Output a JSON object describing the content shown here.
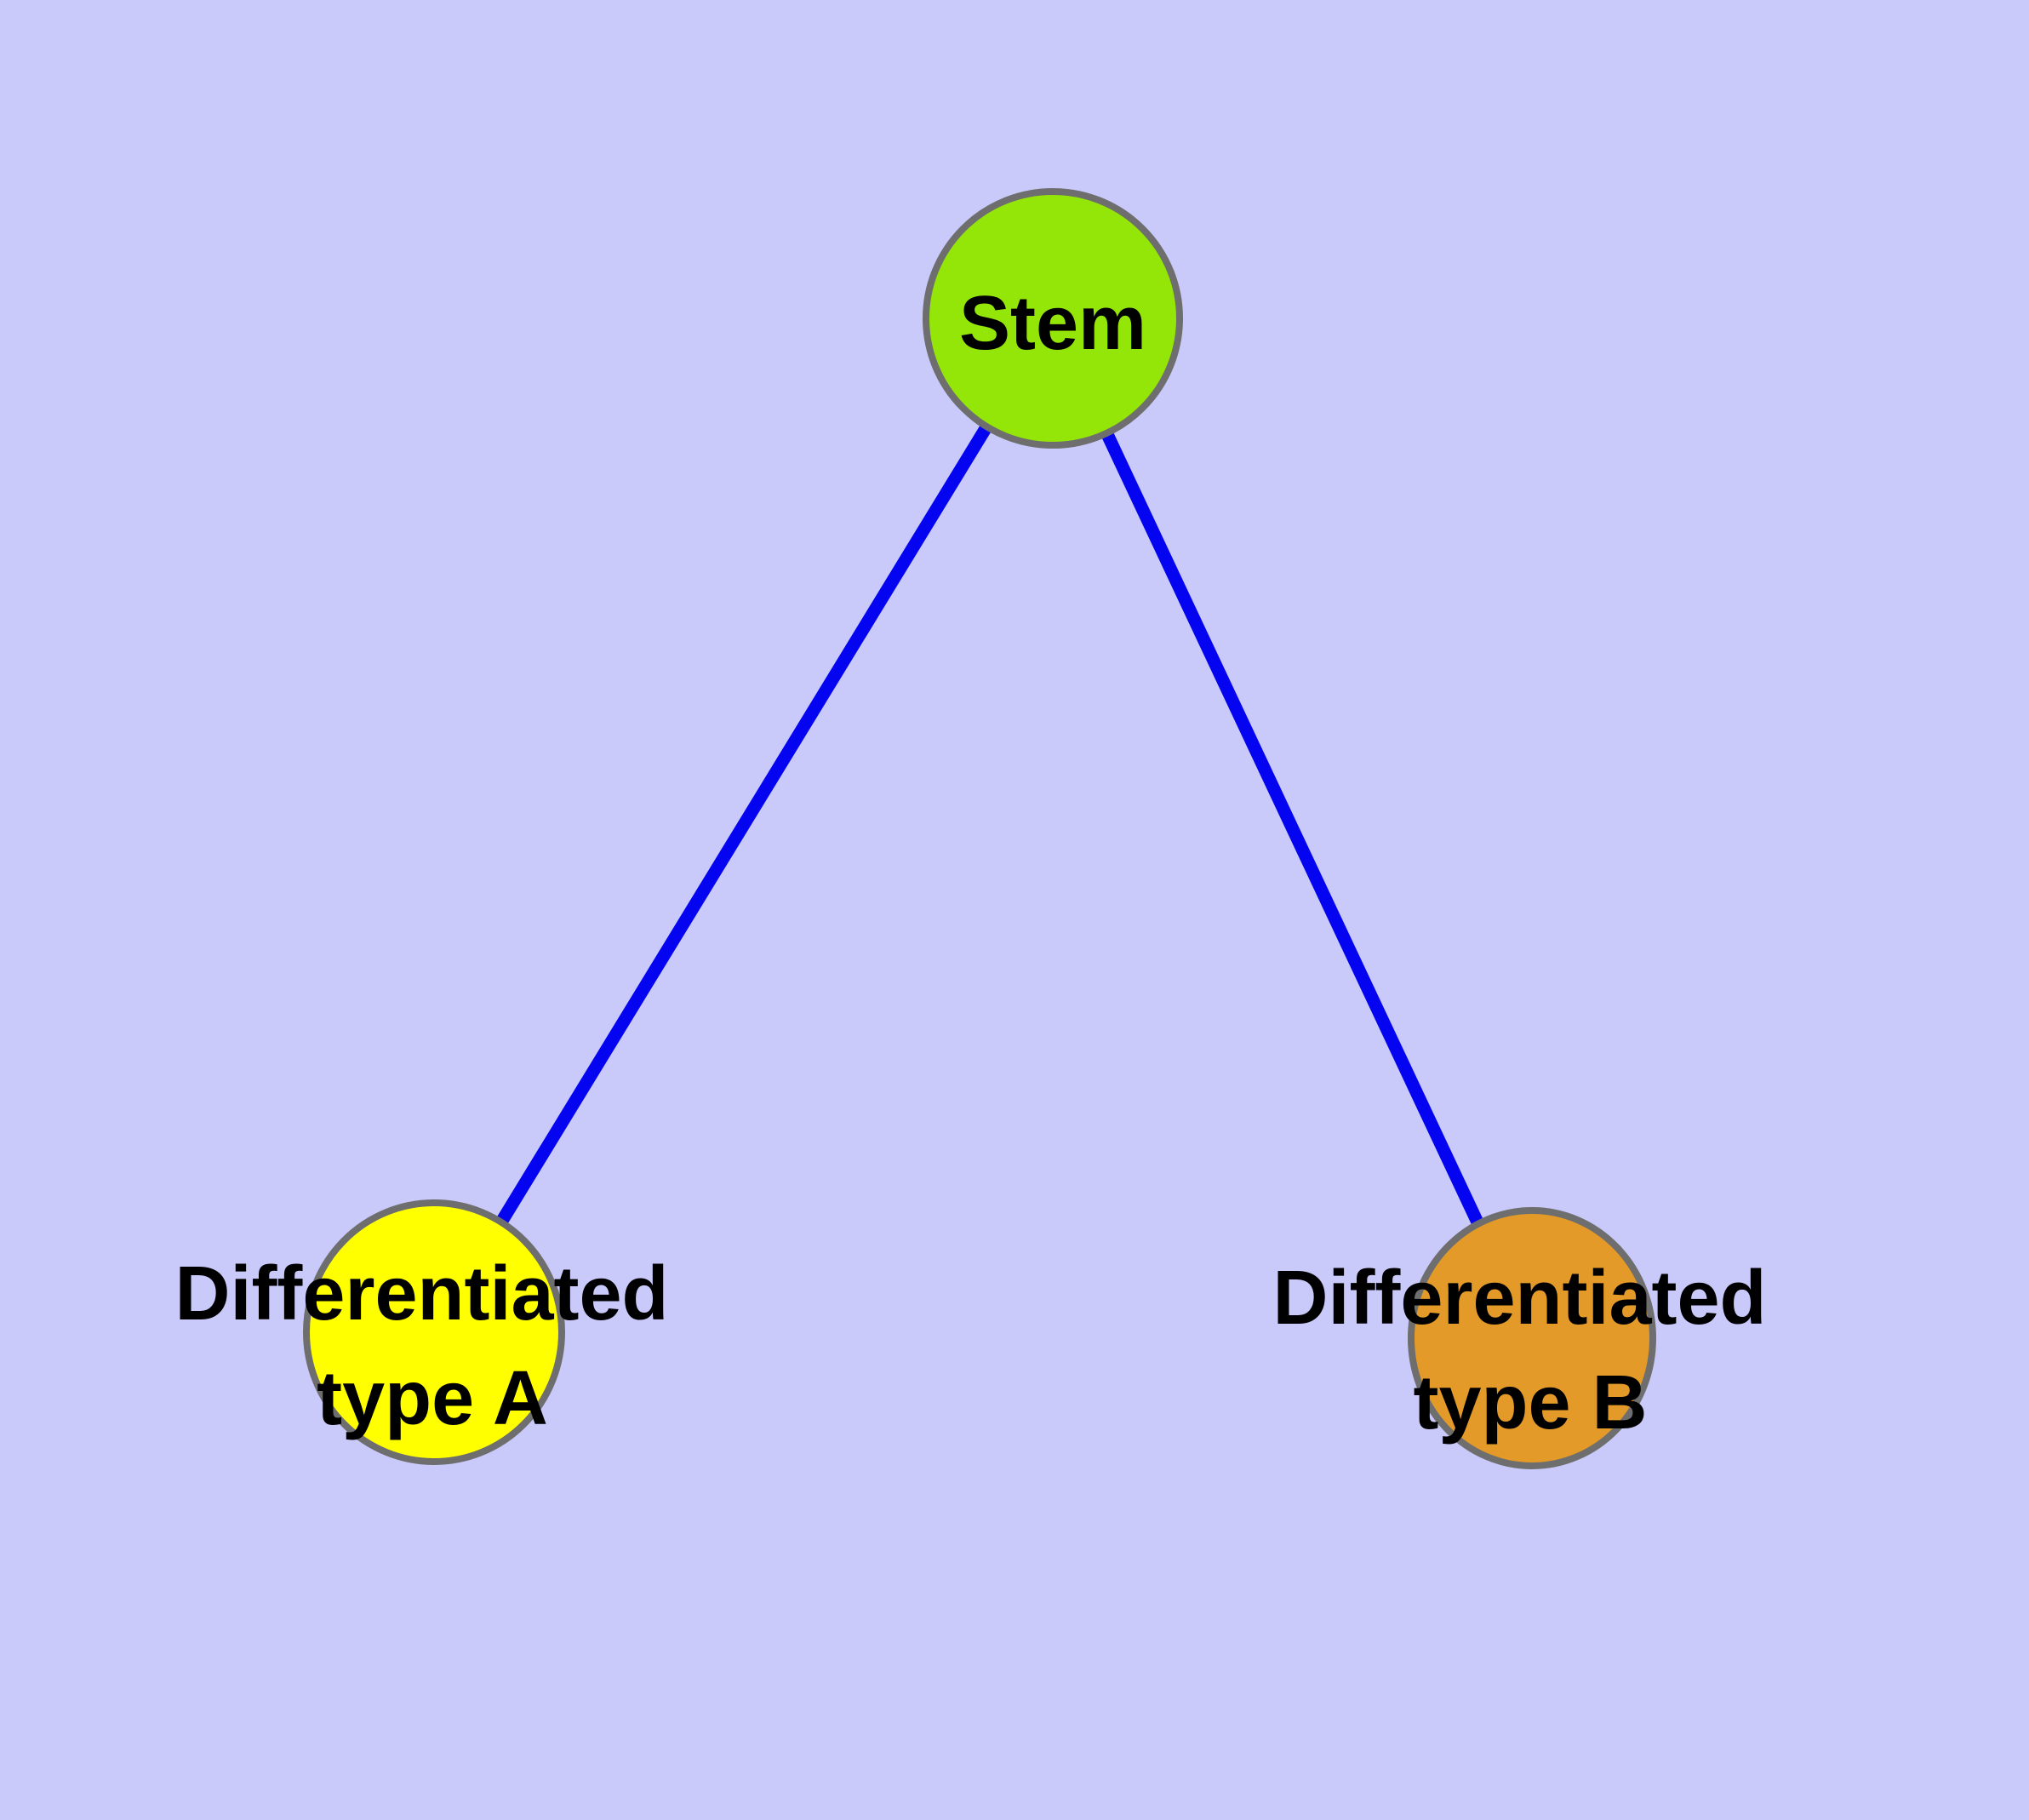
{
  "graph": {
    "background_color": "#C9C9FA",
    "edge_color": "#0404F0",
    "node_border_color": "#6E6E6E",
    "text_color": "#000000",
    "nodes": [
      {
        "id": "stem",
        "label": "Stem",
        "label_lines": [
          "Stem"
        ],
        "fill": "#94E508",
        "shape": "circle"
      },
      {
        "id": "differentiated-type-a",
        "label": "Differentiated type A",
        "label_lines": [
          "Differentiated",
          "type A"
        ],
        "fill": "#FFFF00",
        "shape": "circle"
      },
      {
        "id": "differentiated-type-b",
        "label": "Differentiated type B",
        "label_lines": [
          "Differentiated",
          "type B"
        ],
        "fill": "#E39A28",
        "shape": "circle"
      }
    ],
    "edges": [
      {
        "from": "Stem",
        "to": "Differentiated type A"
      },
      {
        "from": "Stem",
        "to": "Differentiated type B"
      }
    ]
  }
}
